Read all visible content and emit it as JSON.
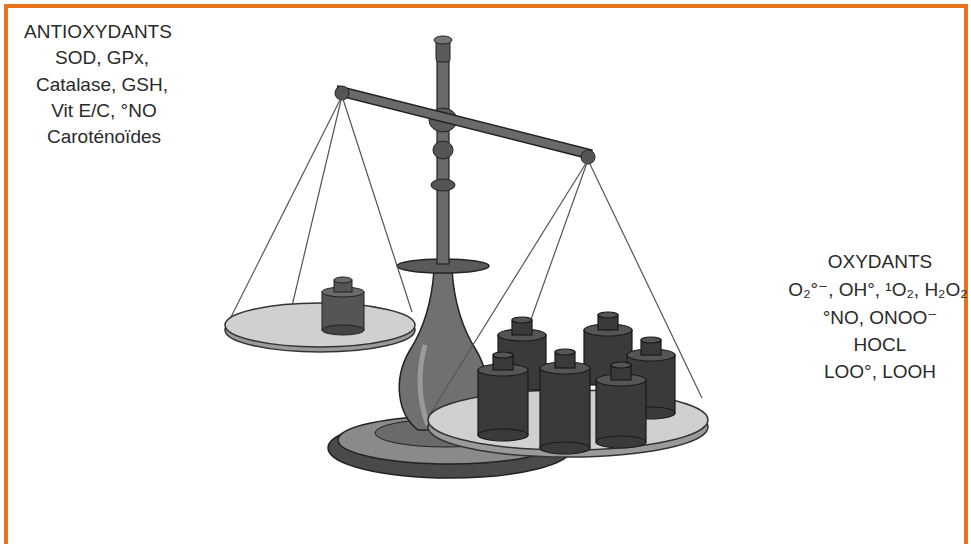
{
  "diagram": {
    "labels": [
      "ANTIOXYDANTS",
      "SOD, GPx,",
      "Catalase, GSH,",
      "Vit E/C, °NO",
      "Caroténoïdes",
      "OXYDANTS",
      "O₂°⁻, OH°, ¹O₂, H₂O₂",
      "°NO, ONOO⁻",
      "HOCL",
      "LOO°, LOOH"
    ]
  }
}
